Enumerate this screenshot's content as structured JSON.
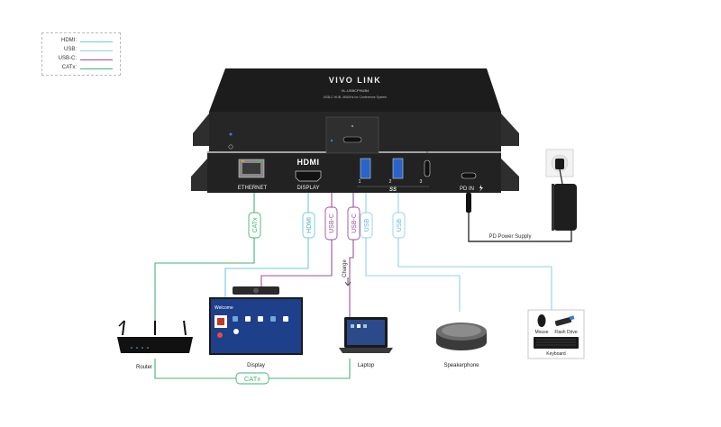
{
  "legend": {
    "hdmi_label": "HDMI:",
    "usb_label": "USB:",
    "usbc_label": "USB-C:",
    "catx_label": "CATx:"
  },
  "colors": {
    "hdmi": "#6ec8e6",
    "usb": "#8fd2ee",
    "usbc": "#9b4f9e",
    "catx": "#43b573",
    "power": "#333333"
  },
  "device": {
    "brand": "VIVO LINK",
    "model": "VL-USBCPHUB4",
    "subtitle": "USB-C HUB, 4K60Hz for Conference System",
    "port_ethernet": "ETHERNET",
    "port_display": "DISPLAY",
    "hdmi_logo": "HDMI",
    "port_usb1": "1",
    "port_usb2": "2",
    "port_usb3": "3",
    "ss_logo": "SS",
    "port_pd": "PD IN"
  },
  "cables": {
    "catx": "CATx",
    "hdmi": "HDMI",
    "usbc": "USB-C",
    "usb1": "USB",
    "usb2": "USB",
    "charge": "Charge",
    "catx_bottom": "CATx",
    "power_supply": "PD Power Supply"
  },
  "devices": {
    "router": "Router",
    "display": "Display",
    "laptop": "Laptop",
    "speakerphone": "Speakerphone",
    "keyboard": "Keyboard",
    "mouse": "Mouse",
    "flash_drive": "Flash Drive",
    "screen_welcome": "Welcome"
  }
}
